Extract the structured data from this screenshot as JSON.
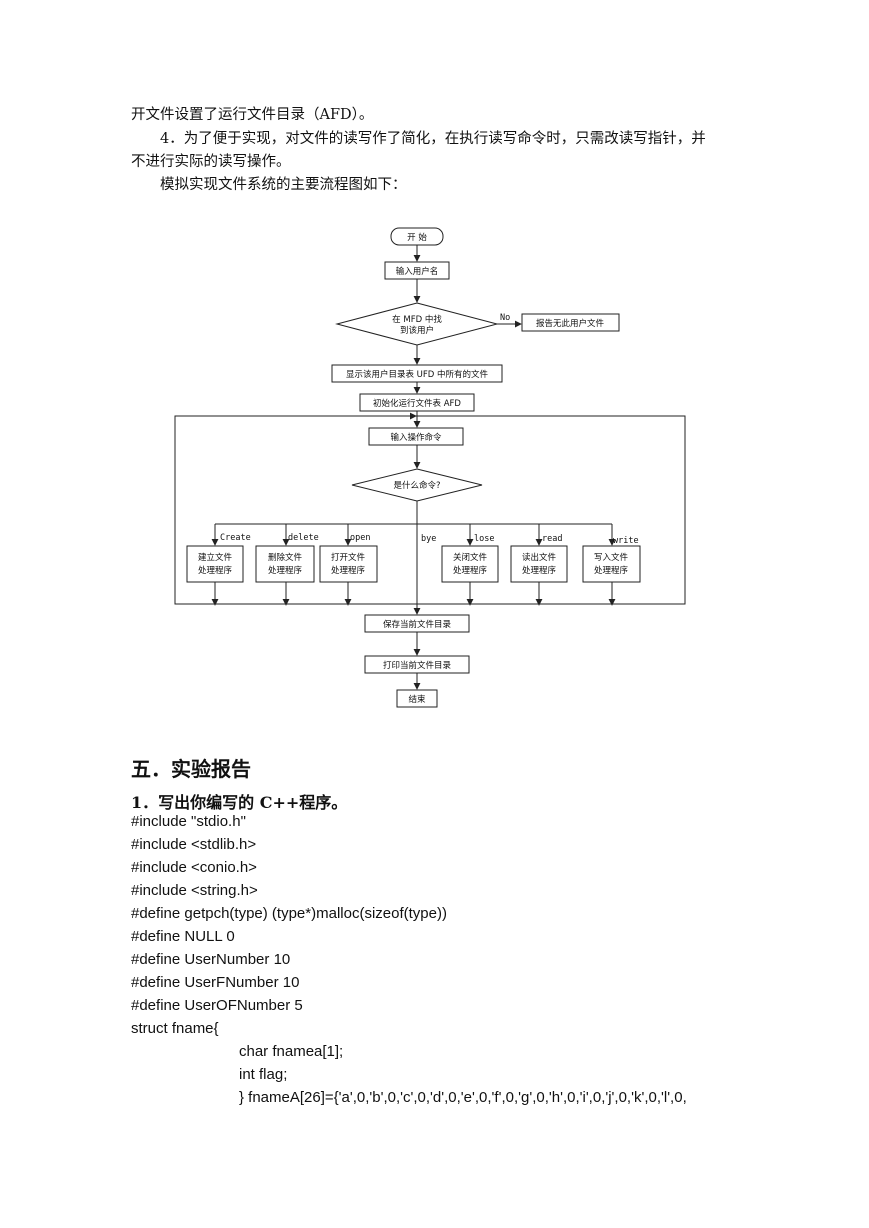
{
  "intro": {
    "line1": "开文件设置了运行文件目录（AFD）。",
    "line2": "4．为了便于实现，对文件的读写作了简化，在执行读写命令时，只需改读写指针，并",
    "line3": "不进行实际的读写操作。",
    "line4": "模拟实现文件系统的主要流程图如下："
  },
  "flowchart": {
    "start": "开  始",
    "input_user": "输入用户名",
    "find_user": [
      "在 MFD 中找",
      "到该用户"
    ],
    "no_label": "No",
    "no_user": "报告无此用户文件",
    "show_ufd": "显示该用户目录表 UFD 中所有的文件",
    "init_afd": "初始化运行文件表 AFD",
    "input_cmd": "输入操作命令",
    "which_cmd": "是什么命令?",
    "branches": {
      "create": "Create",
      "delete": "delete",
      "open": "open",
      "bye": "bye",
      "close": "lose",
      "read": "read",
      "write": "write"
    },
    "handlers": {
      "create": [
        "建立文件",
        "处理程序"
      ],
      "delete": [
        "删除文件",
        "处理程序"
      ],
      "open": [
        "打开文件",
        "处理程序"
      ],
      "close": [
        "关闭文件",
        "处理程序"
      ],
      "read": [
        "读出文件",
        "处理程序"
      ],
      "write": [
        "写入文件",
        "处理程序"
      ]
    },
    "save_dir": "保存当前文件目录",
    "print_dir": "打印当前文件目录",
    "end": "结束"
  },
  "section": {
    "heading": "五．实验报告",
    "question": "1．写出你编写的 C++程序。"
  },
  "code": {
    "lines": [
      "#include \"stdio.h\"",
      "#include <stdlib.h>",
      "#include <conio.h>",
      "#include <string.h>",
      "#define getpch(type) (type*)malloc(sizeof(type))",
      "#define NULL 0",
      "#define UserNumber 10",
      "#define UserFNumber 10",
      "#define UserOFNumber 5",
      "struct fname{"
    ],
    "indented": [
      "char fnamea[1];",
      "int flag;",
      "} fnameA[26]={'a',0,'b',0,'c',0,'d',0,'e',0,'f',0,'g',0,'h',0,'i',0,'j',0,'k',0,'l',0,"
    ]
  }
}
